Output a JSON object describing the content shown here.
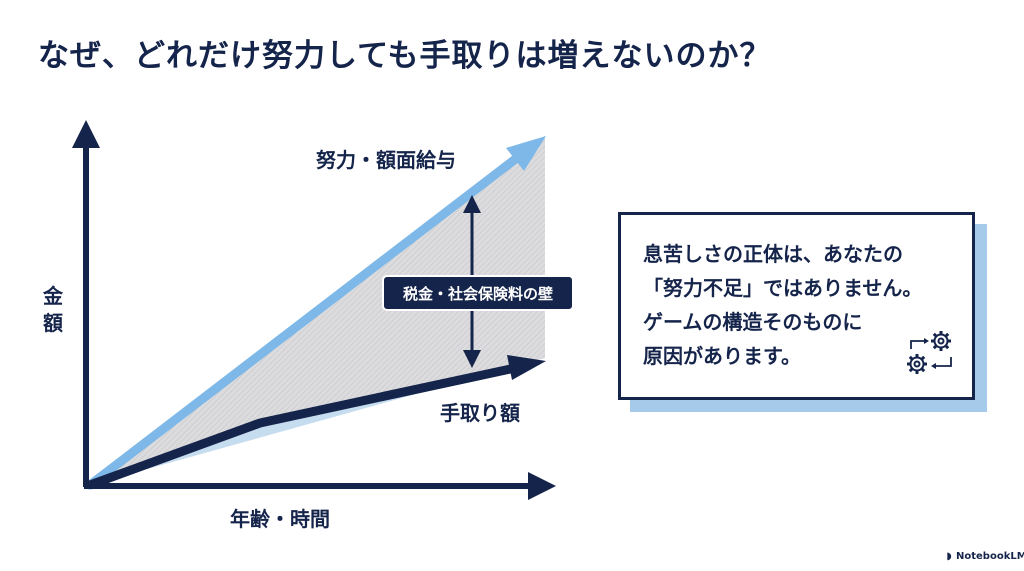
{
  "title": "なぜ、どれだけ努力しても手取りは増えないのか？",
  "diagram": {
    "y_axis_label_line1": "金",
    "y_axis_label_line2": "額",
    "x_axis_label": "年齢・時間",
    "upper_line_label": "努力・額面給与",
    "lower_line_label": "手取り額",
    "gap_label": "税金・社会保険料の壁"
  },
  "card": {
    "lines": [
      "息苦しさの正体は、あなたの",
      "「努力不足」ではありません。",
      "ゲームの構造そのものに",
      "原因があります。"
    ],
    "icon": "gears-icon"
  },
  "watermark": {
    "icon": "notebooklm-icon",
    "text": "NotebookLM"
  },
  "colors": {
    "navy": "#15244a",
    "light_blue": "#7db8e8",
    "shadow_blue": "#a6cbea",
    "gap_fill": "#d9d9db"
  }
}
